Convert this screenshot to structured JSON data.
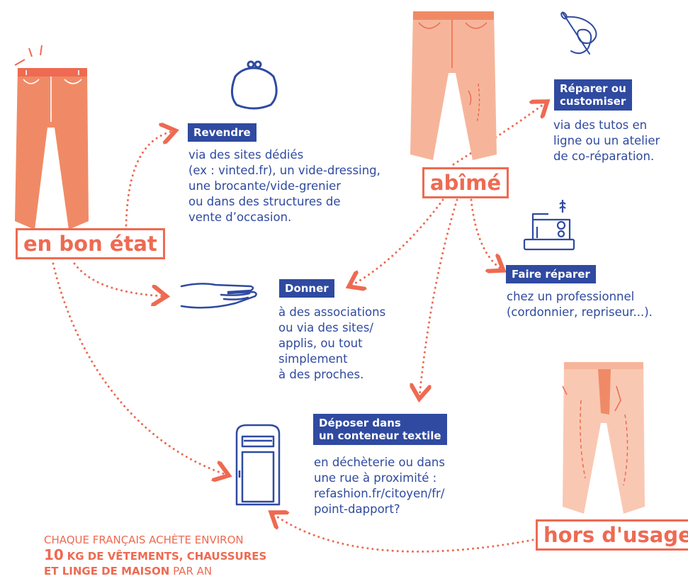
{
  "states": {
    "good": "en bon état",
    "damaged": "abîmé",
    "unusable": "hors d'usage"
  },
  "actions": {
    "resell": {
      "title": "Revendre",
      "text": "via des sites dédiés\n(ex : vinted.fr), un vide-dressing,\nune brocante/vide-grenier\nou dans des structures de\nvente d’occasion."
    },
    "give": {
      "title": "Donner",
      "text": "à des associations\nou via des sites/\napplis, ou tout\nsimplement\nà des proches."
    },
    "repair_self": {
      "title": "Réparer ou\ncustomiser",
      "text": "via des tutos en\nligne ou un atelier\nde co-réparation."
    },
    "repair_pro": {
      "title": "Faire réparer",
      "text": "chez un professionnel\n(cordonnier, repriseur...)."
    },
    "deposit": {
      "title": "Déposer dans\nun conteneur textile",
      "text": "en déchèterie ou dans\nune rue à proximité :\nrefashion.fr/citoyen/fr/\npoint-dapport?"
    }
  },
  "stat": {
    "line1": "CHAQUE FRANÇAIS ACHÈTE ENVIRON",
    "number": "10",
    "bold_part": "KG DE VÊTEMENTS, CHAUSSURES",
    "line3_bold": "ET LINGE DE MAISON",
    "line3_rest": " PAR AN"
  },
  "colors": {
    "orange": "#ee6a52",
    "orange_fill": "#f08a66",
    "pink_fill": "#f6b59a",
    "light_pink": "#f9c8b3",
    "blue": "#2f4aa0"
  },
  "icons": [
    "pants-good-icon",
    "pants-damaged-icon",
    "pants-worn-icon",
    "purse-icon",
    "hand-icon",
    "needle-thread-icon",
    "sewing-machine-icon",
    "textile-container-icon"
  ]
}
